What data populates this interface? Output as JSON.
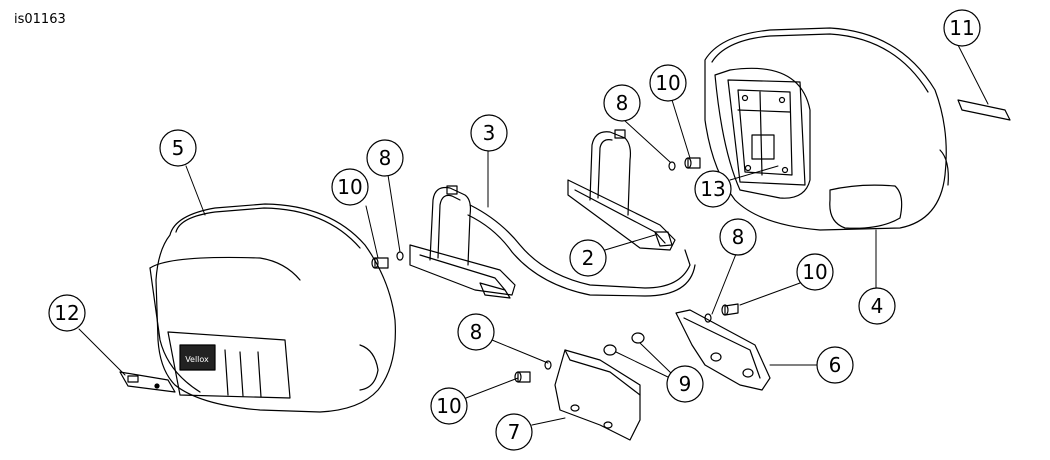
{
  "figure_id": "is01163",
  "callouts": [
    {
      "id": "c1",
      "label": "5"
    },
    {
      "id": "c2",
      "label": "12"
    },
    {
      "id": "c3",
      "label": "10"
    },
    {
      "id": "c4",
      "label": "8"
    },
    {
      "id": "c5",
      "label": "3"
    },
    {
      "id": "c6",
      "label": "8"
    },
    {
      "id": "c7",
      "label": "10"
    },
    {
      "id": "c8",
      "label": "13"
    },
    {
      "id": "c9",
      "label": "11"
    },
    {
      "id": "c10",
      "label": "2"
    },
    {
      "id": "c11",
      "label": "8"
    },
    {
      "id": "c12",
      "label": "10"
    },
    {
      "id": "c13",
      "label": "4"
    },
    {
      "id": "c14",
      "label": "6"
    },
    {
      "id": "c15",
      "label": "8"
    },
    {
      "id": "c16",
      "label": "9"
    },
    {
      "id": "c17",
      "label": "10"
    },
    {
      "id": "c18",
      "label": "7"
    }
  ],
  "badge_text": "Vellox"
}
